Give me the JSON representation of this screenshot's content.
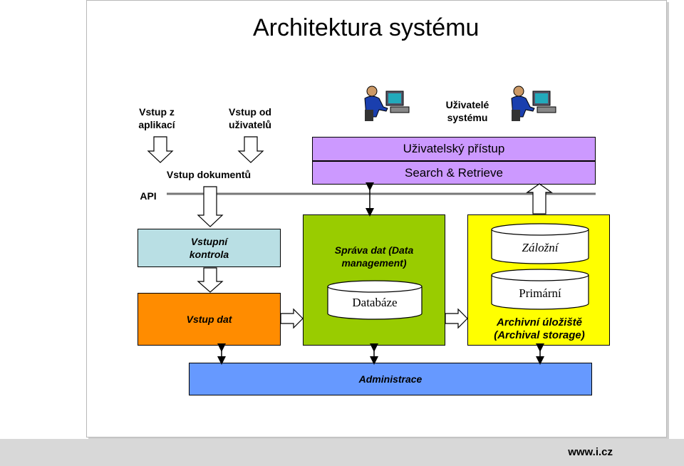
{
  "title": "Architektura systému",
  "inputs": {
    "apps": "Vstup z aplikací",
    "users": "Vstup od uživatelů",
    "docs": "Vstup dokumentů",
    "api": "API"
  },
  "users_label": "Uživatelé systému",
  "access": {
    "top": "Uživatelský přístup",
    "bottom": "Search & Retrieve"
  },
  "control": "Vstupní kontrola",
  "data_input": "Vstup dat",
  "management": {
    "label": "Správa dat (Data management)",
    "db": "Databáze"
  },
  "archive": {
    "backup": "Záložní",
    "primary": "Primární",
    "label": "Archivní úložiště (Archival storage)"
  },
  "admin": "Administrace",
  "footer": "www.i.cz",
  "colors": {
    "access": "#cc99ff",
    "control": "#b9dfe4",
    "data_input": "#ff8c00",
    "management": "#99cc00",
    "archive": "#ffff00",
    "admin": "#6699ff"
  }
}
